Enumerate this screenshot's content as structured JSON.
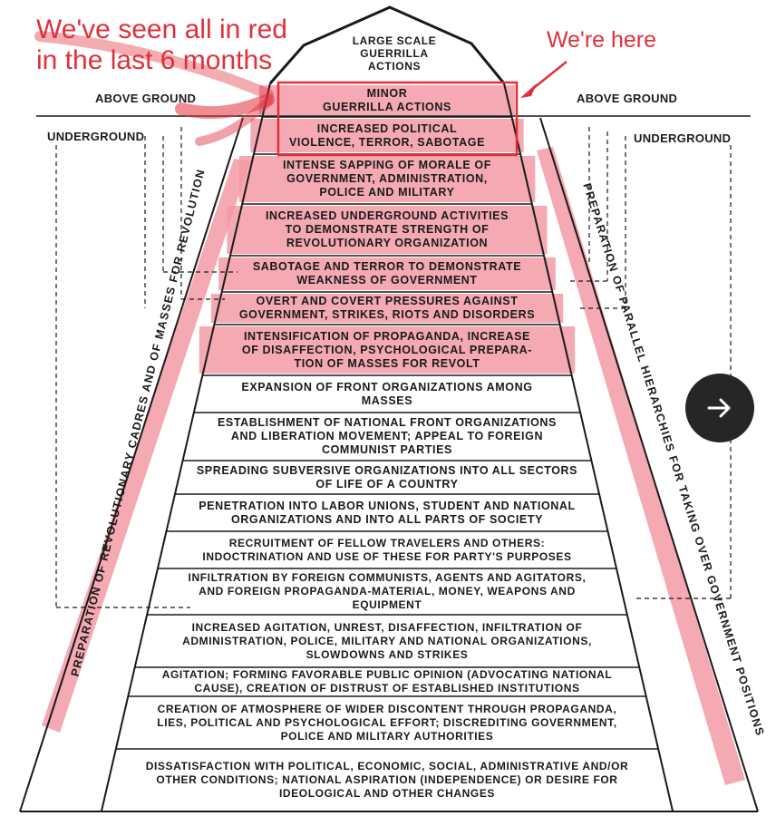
{
  "annotations": {
    "seen_all": "We've seen all in red\nin the last 6 months",
    "here": "We're here",
    "color": "#e0303a"
  },
  "ground": {
    "above_left": "ABOVE GROUND",
    "above_right": "ABOVE GROUND",
    "under_left": "UNDERGROUND",
    "under_right": "UNDERGROUND"
  },
  "apex": "LARGE SCALE\nGUERRILLA\nACTIONS",
  "tiers": [
    {
      "text": "MINOR\nGUERRILLA ACTIONS",
      "highlighted": true
    },
    {
      "text": "INCREASED POLITICAL\nVIOLENCE, TERROR, SABOTAGE",
      "highlighted": true
    },
    {
      "text": "INTENSE SAPPING OF MORALE OF\nGOVERNMENT, ADMINISTRATION,\nPOLICE AND MILITARY",
      "highlighted": true
    },
    {
      "text": "INCREASED UNDERGROUND ACTIVITIES\nTO DEMONSTRATE STRENGTH OF\nREVOLUTIONARY ORGANIZATION",
      "highlighted": true
    },
    {
      "text": "SABOTAGE AND TERROR TO DEMONSTRATE\nWEAKNESS OF GOVERNMENT",
      "highlighted": true
    },
    {
      "text": "OVERT AND COVERT PRESSURES AGAINST\nGOVERNMENT, STRIKES, RIOTS AND DISORDERS",
      "highlighted": true
    },
    {
      "text": "INTENSIFICATION OF PROPAGANDA, INCREASE\nOF DISAFFECTION, PSYCHOLOGICAL PREPARA-\nTION OF MASSES FOR REVOLT",
      "highlighted": true
    },
    {
      "text": "EXPANSION OF FRONT ORGANIZATIONS AMONG\nMASSES",
      "highlighted": false
    },
    {
      "text": "ESTABLISHMENT OF NATIONAL FRONT ORGANIZATIONS\nAND LIBERATION MOVEMENT; APPEAL TO FOREIGN\nCOMMUNIST PARTIES",
      "highlighted": false
    },
    {
      "text": "SPREADING SUBVERSIVE ORGANIZATIONS INTO ALL SECTORS\nOF LIFE OF A COUNTRY",
      "highlighted": false
    },
    {
      "text": "PENETRATION INTO LABOR UNIONS, STUDENT AND NATIONAL\nORGANIZATIONS AND INTO ALL PARTS OF SOCIETY",
      "highlighted": false
    },
    {
      "text": "RECRUITMENT OF FELLOW TRAVELERS AND OTHERS:\nINDOCTRINATION AND USE OF THESE FOR PARTY'S PURPOSES",
      "highlighted": false
    },
    {
      "text": "INFILTRATION BY FOREIGN COMMUNISTS, AGENTS AND AGITATORS,\nAND FOREIGN PROPAGANDA-MATERIAL, MONEY, WEAPONS AND\nEQUIPMENT",
      "highlighted": false
    },
    {
      "text": "INCREASED AGITATION, UNREST, DISAFFECTION, INFILTRATION OF\nADMINISTRATION, POLICE, MILITARY AND NATIONAL ORGANIZATIONS,\nSLOWDOWNS AND STRIKES",
      "highlighted": false
    },
    {
      "text": "AGITATION; FORMING FAVORABLE PUBLIC OPINION (ADVOCATING NATIONAL\nCAUSE), CREATION OF DISTRUST OF ESTABLISHED INSTITUTIONS",
      "highlighted": false
    },
    {
      "text": "CREATION OF ATMOSPHERE OF WIDER DISCONTENT THROUGH PROPAGANDA,\nLIES, POLITICAL AND PSYCHOLOGICAL EFFORT; DISCREDITING GOVERNMENT,\nPOLICE AND MILITARY AUTHORITIES",
      "highlighted": false
    },
    {
      "text": "DISSATISFACTION WITH POLITICAL, ECONOMIC, SOCIAL, ADMINISTRATIVE AND/OR\nOTHER CONDITIONS; NATIONAL ASPIRATION (INDEPENDENCE) OR DESIRE FOR\nIDEOLOGICAL AND OTHER CHANGES",
      "highlighted": false
    }
  ],
  "side_labels": {
    "left": "PREPARATION OF REVOLUTIONARY CADRES AND OF MASSES FOR REVOLUTION",
    "right": "PREPARATION OF PARALLEL HIERARCHIES FOR TAKING OVER GOVERNMENT POSITIONS"
  },
  "colors": {
    "highlight": "#f29aa6",
    "ink": "#1a1a1a",
    "next_button": "#262626"
  },
  "icons": {
    "next": "arrow-right-icon"
  }
}
